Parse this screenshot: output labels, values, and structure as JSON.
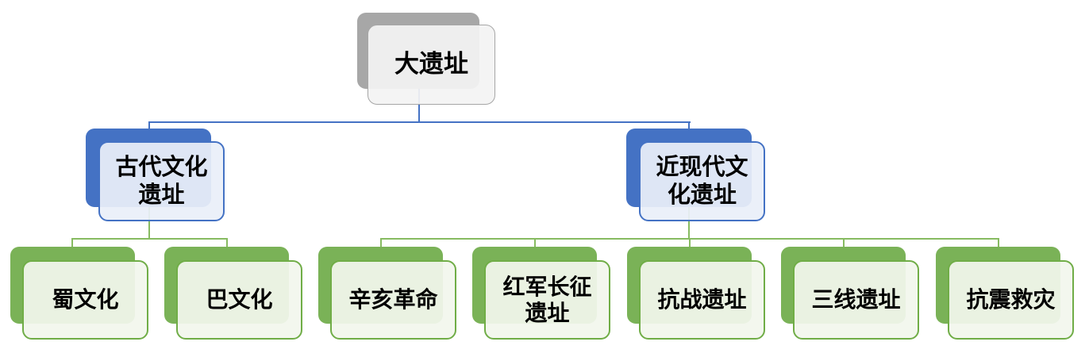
{
  "diagram": {
    "type": "org-chart",
    "levels": 3,
    "colors": {
      "root_box": "#a7a7a7",
      "root_panel_fill": "#f3f3f3",
      "root_panel_border": "#a6a6a6",
      "branch_box": "#4472c4",
      "branch_panel_fill": "#e9eff9",
      "branch_panel_border": "#4472c4",
      "leaf_box": "#7ab257",
      "leaf_panel_fill": "#f2f6ed",
      "leaf_panel_border": "#70ad47",
      "connector_blue": "#4472c4",
      "connector_green": "#87bb61",
      "text": "#000000",
      "background": "#ffffff"
    },
    "nodes": {
      "root": {
        "label": "大遗址"
      },
      "ancient": {
        "label": "古代文化\n遗址"
      },
      "modern": {
        "label": "近现代文\n化遗址"
      },
      "shu": {
        "label": "蜀文化"
      },
      "ba": {
        "label": "巴文化"
      },
      "xinhai": {
        "label": "辛亥革命"
      },
      "changzheng": {
        "label": "红军长征\n遗址"
      },
      "kangzhan": {
        "label": "抗战遗址"
      },
      "sanxian": {
        "label": "三线遗址"
      },
      "kangzhen": {
        "label": "抗震救灾"
      }
    },
    "hierarchy": {
      "root": "大遗址",
      "children": [
        {
          "label": "古代文化遗址",
          "children": [
            "蜀文化",
            "巴文化"
          ]
        },
        {
          "label": "近现代文化遗址",
          "children": [
            "辛亥革命",
            "红军长征遗址",
            "抗战遗址",
            "三线遗址",
            "抗震救灾"
          ]
        }
      ]
    }
  }
}
